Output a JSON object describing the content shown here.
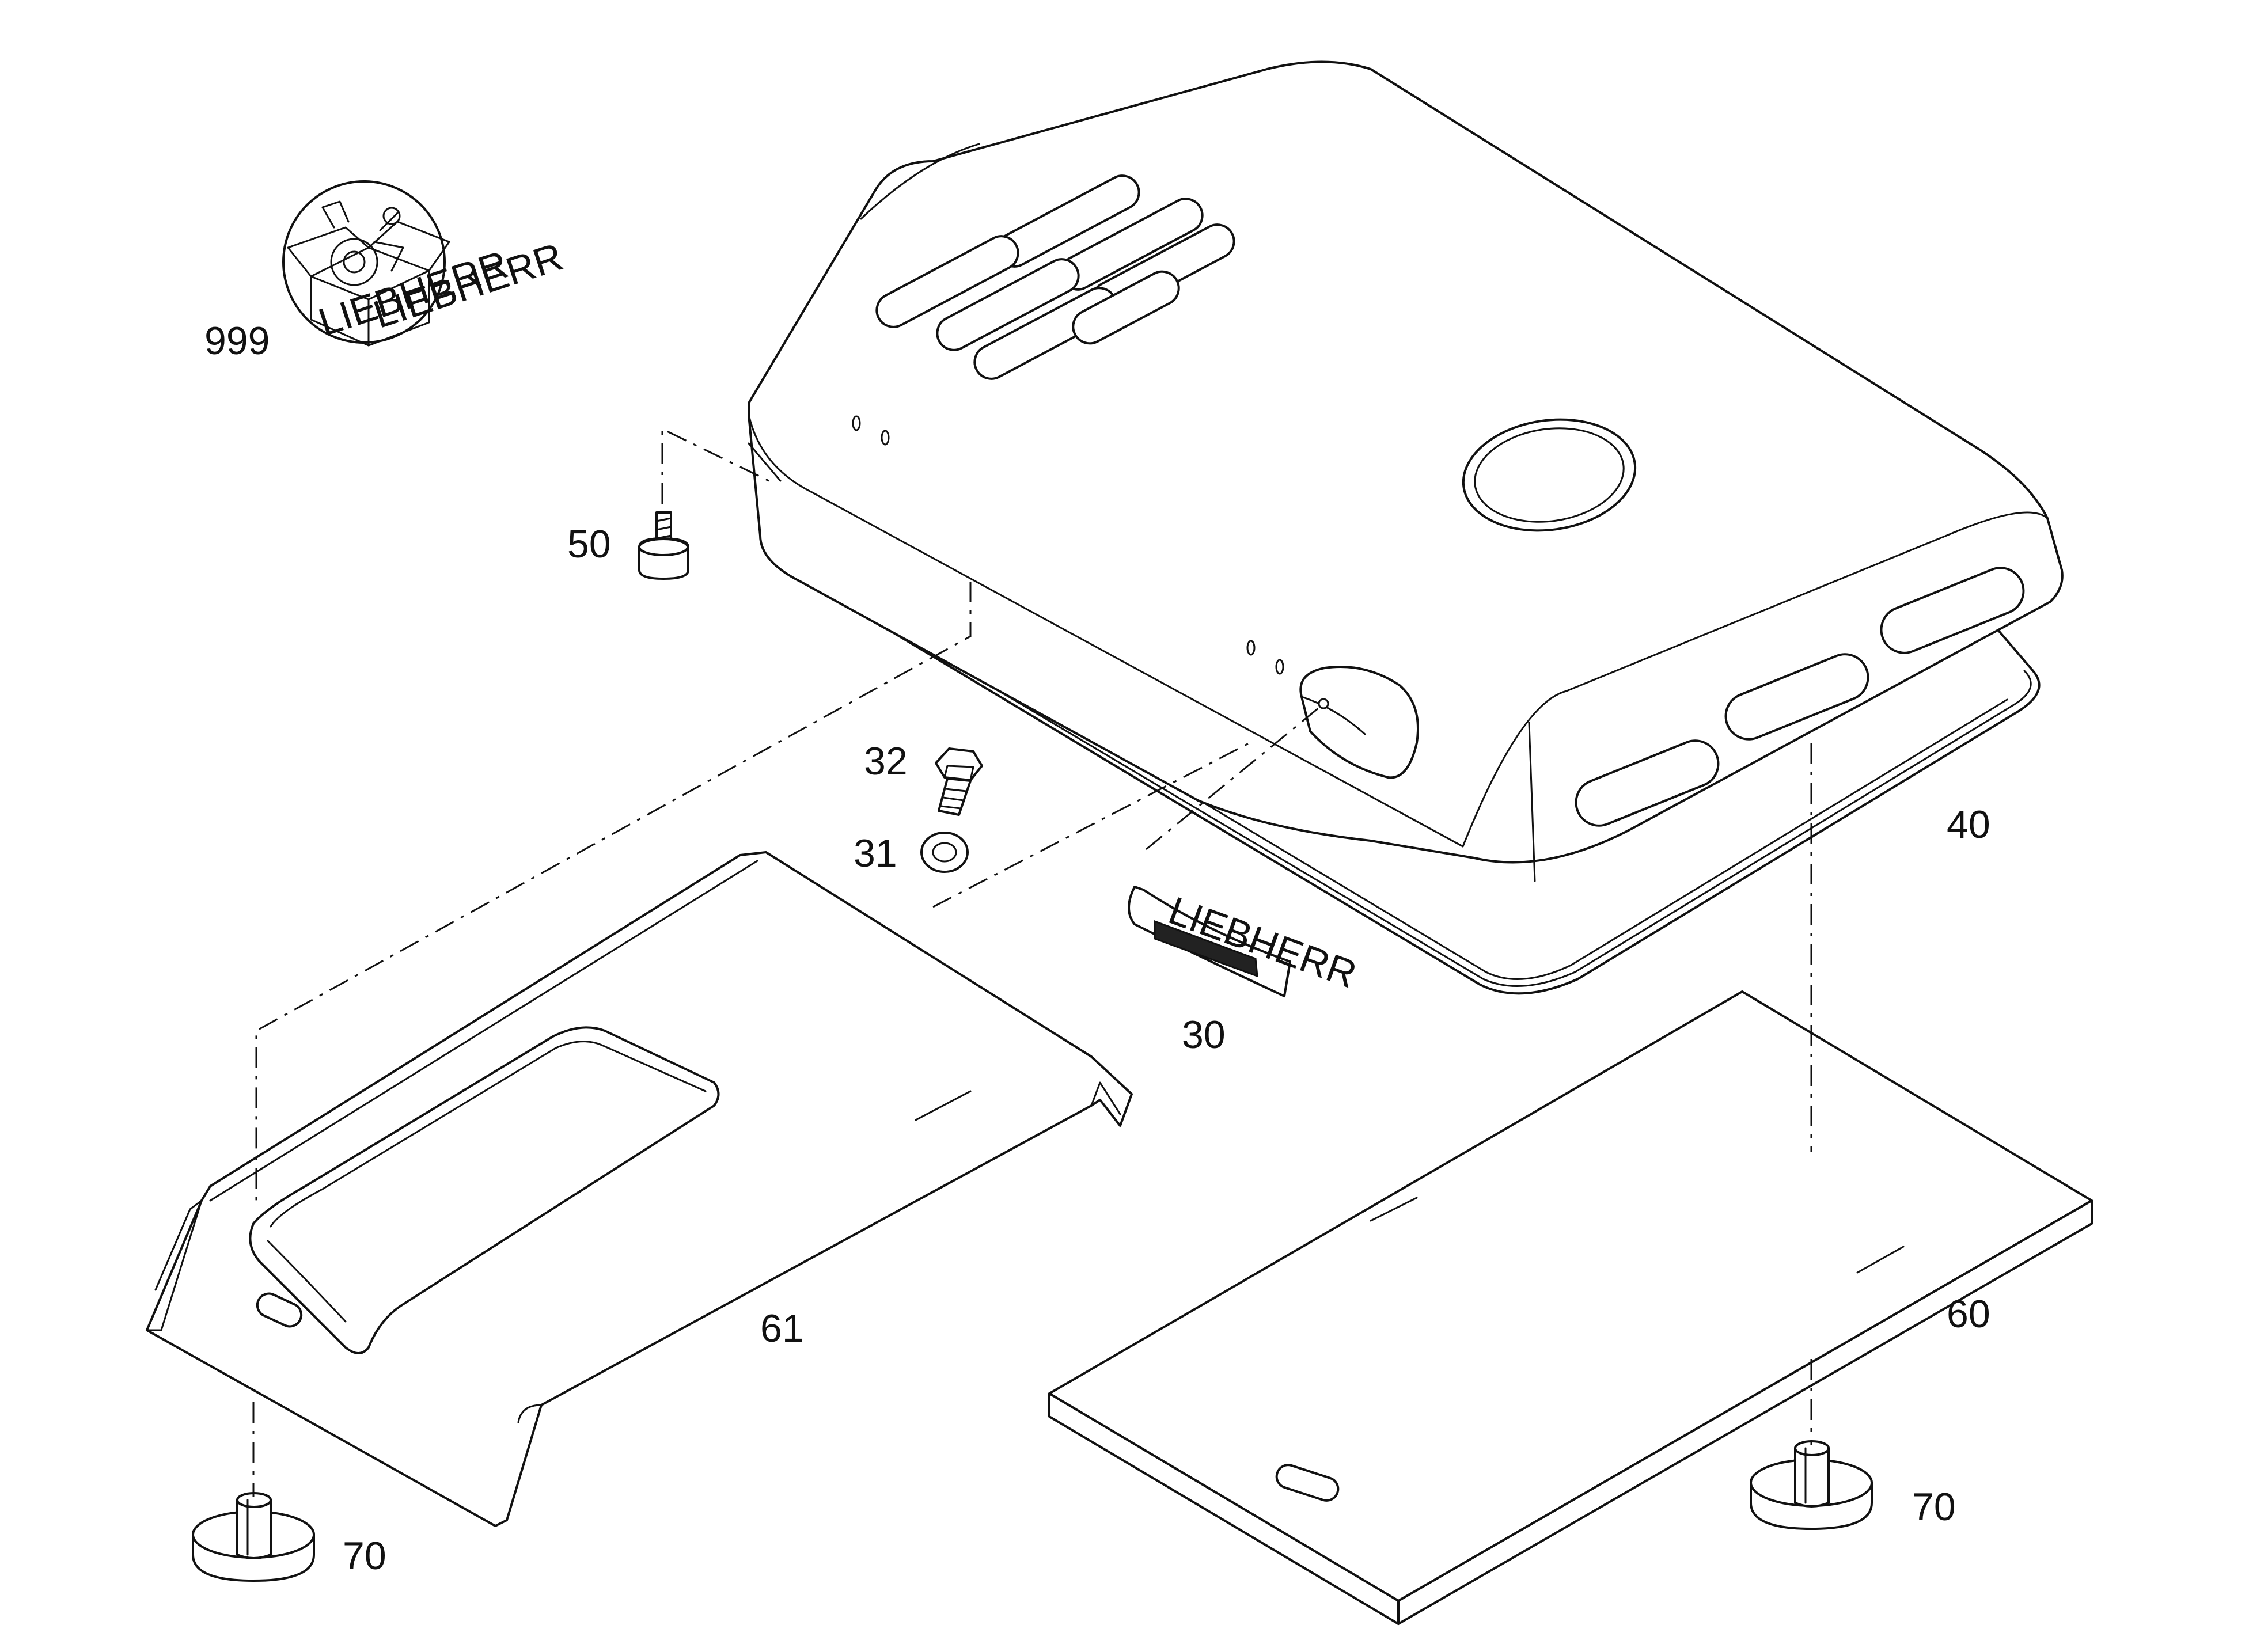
{
  "parts": {
    "p999": "999",
    "p50": "50",
    "p32": "32",
    "p31": "31",
    "p30": "30",
    "p40": "40",
    "p61": "61",
    "p60": "60",
    "p70_left": "70",
    "p70_right": "70"
  },
  "brand": {
    "emblem_text": "LIEBHERR",
    "box_text_1": "LIEBHERR",
    "box_text_2": "LIEBHERR"
  },
  "colors": {
    "line": "#111111",
    "background": "#ffffff"
  }
}
